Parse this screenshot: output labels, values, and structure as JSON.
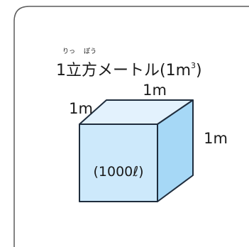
{
  "card": {
    "title_prefix": "1",
    "title_word": "立方メートル",
    "title_paren_open": "(1m",
    "title_sup": "3",
    "title_paren_close": ")",
    "ruby_ritsu": "りっ",
    "ruby_pou": "ぽう"
  },
  "cube": {
    "label_top": "1m",
    "label_left": "1m",
    "label_right": "1m",
    "inner_text": "(1000ℓ)",
    "colors": {
      "top": "#e3f2fd",
      "front": "#cde9fb",
      "side": "#a6d8f6",
      "outline": "#1f2d3d"
    }
  }
}
